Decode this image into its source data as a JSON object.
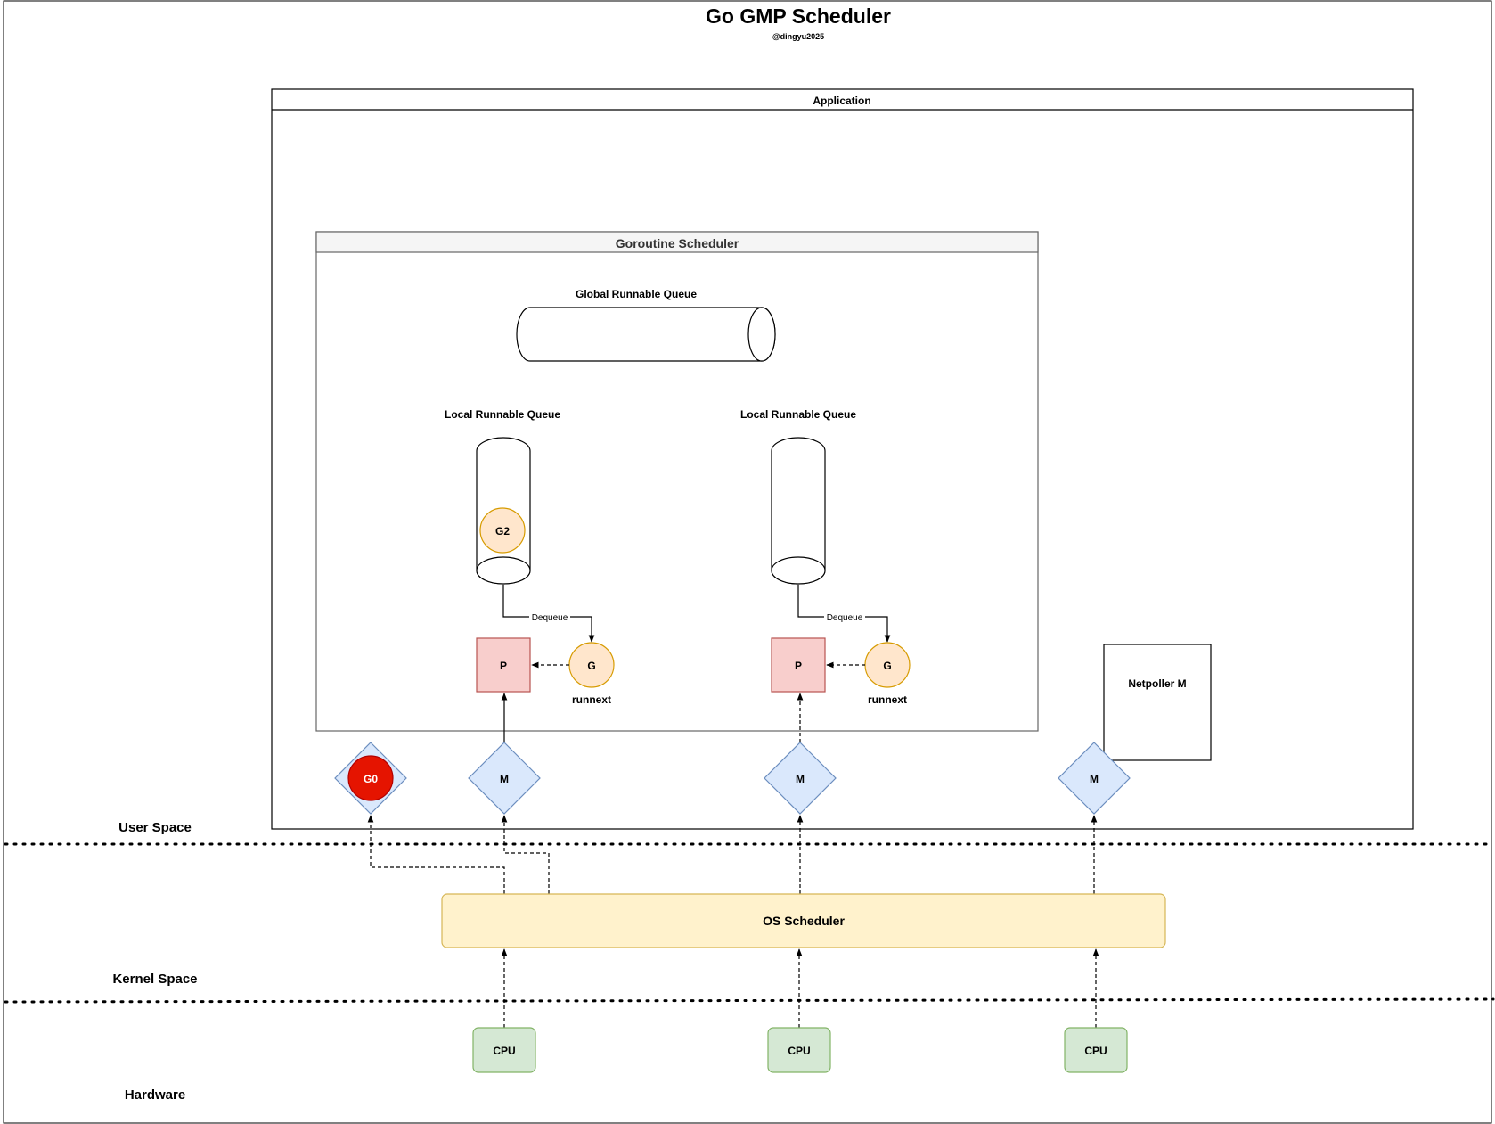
{
  "title": "Go GMP Scheduler",
  "subtitle": "@dingyu2025",
  "application": {
    "label": "Application"
  },
  "goroutine_scheduler": {
    "label": "Goroutine Scheduler",
    "global_queue_label": "Global Runnable Queue",
    "local_queues": [
      {
        "label": "Local Runnable Queue",
        "queued": "G2",
        "dequeue_label": "Dequeue",
        "p_label": "P",
        "g_label": "G",
        "runnext_label": "runnext"
      },
      {
        "label": "Local Runnable Queue",
        "queued": "",
        "dequeue_label": "Dequeue",
        "p_label": "P",
        "g_label": "G",
        "runnext_label": "runnext"
      }
    ]
  },
  "netpoller": {
    "label": "Netpoller M"
  },
  "g0": {
    "label": "G0"
  },
  "machines": [
    {
      "label": "M"
    },
    {
      "label": "M"
    },
    {
      "label": "M"
    }
  ],
  "os_scheduler": {
    "label": "OS Scheduler"
  },
  "cpus": [
    {
      "label": "CPU"
    },
    {
      "label": "CPU"
    },
    {
      "label": "CPU"
    }
  ],
  "zones": {
    "user": "User Space",
    "kernel": "Kernel Space",
    "hardware": "Hardware"
  },
  "colors": {
    "p_fill": "#f8cecc",
    "p_stroke": "#b85450",
    "g_fill": "#ffe6cc",
    "g_stroke": "#d79b00",
    "m_fill": "#dae8fc",
    "m_stroke": "#6c8ebf",
    "g0_fill": "#e51400",
    "g0_stroke": "#b20000",
    "os_fill": "#fff2cc",
    "os_stroke": "#d6b656",
    "cpu_fill": "#d5e8d4",
    "cpu_stroke": "#82b366",
    "header_fill": "#f5f5f5"
  }
}
